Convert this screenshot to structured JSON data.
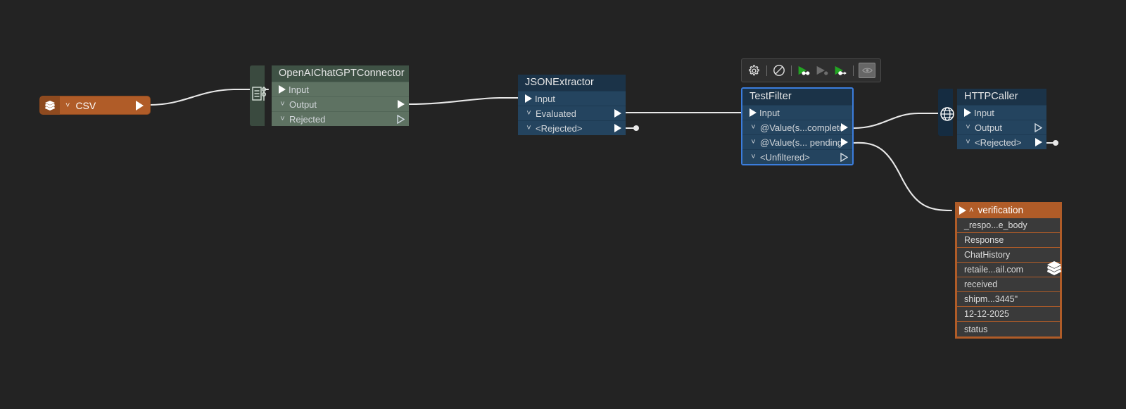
{
  "canvas": {
    "background": "#232323",
    "wire_color": "#e8e8e8"
  },
  "toolbar": {
    "name": "node-toolbar",
    "buttons": [
      {
        "name": "settings-button",
        "icon": "gear-icon",
        "label": "Settings",
        "state": "enabled"
      },
      {
        "name": "disable-node-button",
        "icon": "no-entry-icon",
        "label": "Disable",
        "state": "enabled"
      },
      {
        "name": "run-from-here-button",
        "icon": "play-dot-icon",
        "label": "Run from here",
        "state": "enabled",
        "color": "#24a524"
      },
      {
        "name": "run-single-button",
        "icon": "play-dot-gray-icon",
        "label": "Run single",
        "state": "disabled",
        "color": "#6e6e6e"
      },
      {
        "name": "run-to-here-button",
        "icon": "play-arrow-icon",
        "label": "Run to here",
        "state": "enabled",
        "color": "#24a524"
      },
      {
        "name": "preview-button",
        "icon": "eye-icon",
        "label": "Preview",
        "state": "disabled"
      }
    ]
  },
  "nodes": {
    "csv": {
      "name": "csv-node",
      "title": "CSV",
      "icon": "layers-stack-icon",
      "chevron": "˅",
      "color": "#b05c28",
      "output_port": {
        "name": "csv-output-port",
        "filled": true
      }
    },
    "openai": {
      "name": "openai-chatgpt-connector-node",
      "title": "OpenAIChatGPTConnector",
      "icon": "form-connector-icon",
      "color": "#5e7262",
      "ports": [
        {
          "name": "openai-input-port",
          "label": "Input",
          "kind": "input",
          "chevron": "",
          "marker": "solid-triangle"
        },
        {
          "name": "openai-output-port",
          "label": "Output",
          "kind": "output",
          "chevron": "˅",
          "marker": "solid-triangle"
        },
        {
          "name": "openai-rejected-port",
          "label": "Rejected",
          "kind": "output",
          "chevron": "˅",
          "marker": "hollow-triangle"
        }
      ]
    },
    "json_extractor": {
      "name": "json-extractor-node",
      "title": "JSONExtractor",
      "color": "#24445f",
      "ports": [
        {
          "name": "json-input-port",
          "label": "Input",
          "kind": "input",
          "chevron": "",
          "marker": "solid-triangle"
        },
        {
          "name": "json-evaluated-port",
          "label": "Evaluated",
          "kind": "output",
          "chevron": "˅",
          "marker": "solid-triangle"
        },
        {
          "name": "json-rejected-port",
          "label": "<Rejected>",
          "kind": "output",
          "chevron": "˅",
          "marker": "solid-triangle"
        }
      ]
    },
    "test_filter": {
      "name": "test-filter-node",
      "title": "TestFilter",
      "color": "#24445f",
      "selected": true,
      "selection_color": "#3b7ddd",
      "ports": [
        {
          "name": "filter-input-port",
          "label": "Input",
          "kind": "input",
          "chevron": "",
          "marker": "solid-triangle"
        },
        {
          "name": "filter-value-complete-port",
          "label": "@Value(s...complete",
          "kind": "output",
          "chevron": "˅",
          "marker": "solid-triangle"
        },
        {
          "name": "filter-value-pending-port",
          "label": "@Value(s... pending",
          "kind": "output",
          "chevron": "˅",
          "marker": "solid-triangle"
        },
        {
          "name": "filter-unfiltered-port",
          "label": "<Unfiltered>",
          "kind": "output",
          "chevron": "˅",
          "marker": "hollow-triangle"
        }
      ]
    },
    "http_caller": {
      "name": "http-caller-node",
      "title": "HTTPCaller",
      "icon": "globe-icon",
      "color": "#24445f",
      "ports": [
        {
          "name": "http-input-port",
          "label": "Input",
          "kind": "input",
          "chevron": "",
          "marker": "solid-triangle"
        },
        {
          "name": "http-output-port",
          "label": "Output",
          "kind": "output",
          "chevron": "˅",
          "marker": "hollow-triangle"
        },
        {
          "name": "http-rejected-port",
          "label": "<Rejected>",
          "kind": "output",
          "chevron": "˅",
          "marker": "solid-triangle"
        }
      ]
    },
    "verification": {
      "name": "verification-panel",
      "title": "verification",
      "caret": "˄",
      "color": "#b05c28",
      "icon": "layers-stack-icon",
      "rows": [
        {
          "name": "verification-row-response-body",
          "label": "_respo...e_body"
        },
        {
          "name": "verification-row-response",
          "label": "Response"
        },
        {
          "name": "verification-row-chathistory",
          "label": "ChatHistory"
        },
        {
          "name": "verification-row-email",
          "label": "retaile...ail.com"
        },
        {
          "name": "verification-row-received",
          "label": "received"
        },
        {
          "name": "verification-row-shipment",
          "label": "shipm...3445\""
        },
        {
          "name": "verification-row-date",
          "label": "12-12-2025"
        },
        {
          "name": "verification-row-status",
          "label": "status"
        }
      ]
    }
  }
}
